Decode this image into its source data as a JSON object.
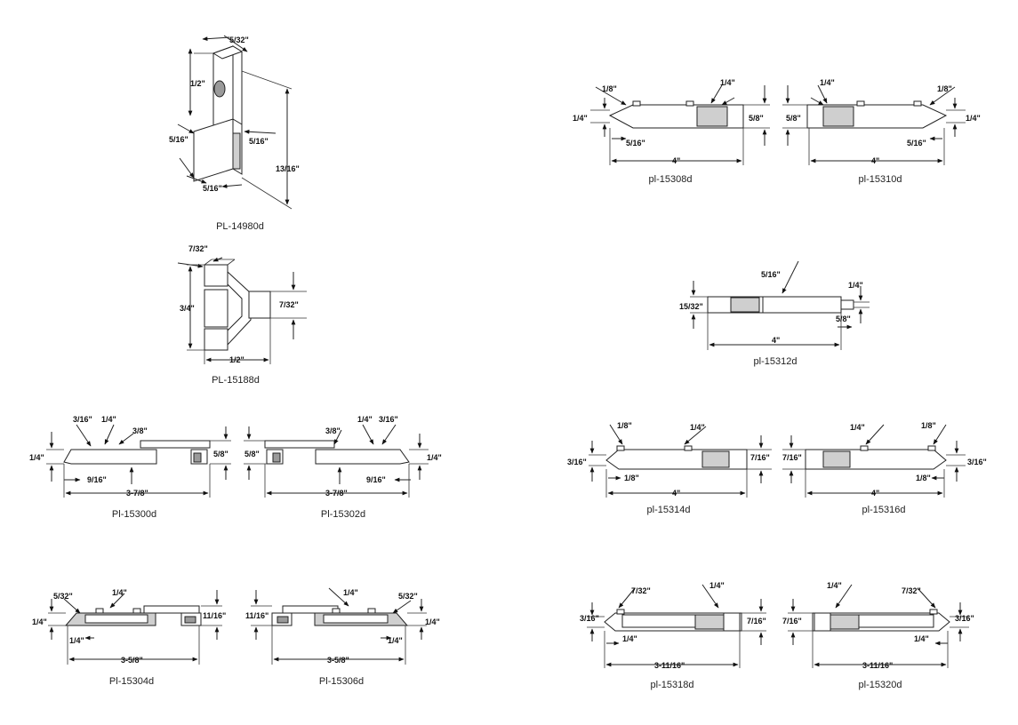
{
  "pl14980": {
    "caption": "PL-14980d",
    "d1": "5/32\"",
    "d2": "1/2\"",
    "d3": "5/16\"",
    "d4": "5/16\"",
    "d5": "13/16\"",
    "d6": "5/16\""
  },
  "pl15188": {
    "caption": "PL-15188d",
    "d1": "7/32\"",
    "d2": "3/4\"",
    "d3": "7/32\"",
    "d4": "1/2\""
  },
  "pl15300": {
    "caption": "Pl-15300d",
    "d1": "3/16\"",
    "d2": "1/4\"",
    "d3": "3/8\"",
    "d4": "1/4\"",
    "d5": "5/8\"",
    "d6": "9/16\"",
    "d7": "3-7/8\""
  },
  "pl15302": {
    "caption": "Pl-15302d",
    "d1": "3/8\"",
    "d2": "1/4\"",
    "d3": "3/16\"",
    "d4": "5/8\"",
    "d5": "1/4\"",
    "d6": "9/16\"",
    "d7": "3-7/8\""
  },
  "pl15304": {
    "caption": "Pl-15304d",
    "d1": "5/32\"",
    "d2": "1/4\"",
    "d3": "1/4\"",
    "d4": "11/16\"",
    "d5": "1/4\"",
    "d6": "3-5/8\""
  },
  "pl15306": {
    "caption": "Pl-15306d",
    "d1": "1/4\"",
    "d2": "5/32\"",
    "d3": "11/16\"",
    "d4": "1/4\"",
    "d5": "1/4\"",
    "d6": "3-5/8\""
  },
  "pl15308": {
    "caption": "pl-15308d",
    "d1": "1/8\"",
    "d2": "1/4\"",
    "d3": "1/4\"",
    "d4": "5/8\"",
    "d5": "5/16\"",
    "d6": "4\""
  },
  "pl15310": {
    "caption": "pl-15310d",
    "d1": "1/4\"",
    "d2": "1/8\"",
    "d3": "5/8\"",
    "d4": "1/4\"",
    "d5": "5/16\"",
    "d6": "4\""
  },
  "pl15312": {
    "caption": "pl-15312d",
    "d1": "5/16\"",
    "d2": "1/4\"",
    "d3": "15/32\"",
    "d4": "5/8\"",
    "d5": "4\""
  },
  "pl15314": {
    "caption": "pl-15314d",
    "d1": "1/8\"",
    "d2": "1/4\"",
    "d3": "3/16\"",
    "d4": "7/16\"",
    "d5": "1/8\"",
    "d6": "4\""
  },
  "pl15316": {
    "caption": "pl-15316d",
    "d1": "1/4\"",
    "d2": "1/8\"",
    "d3": "7/16\"",
    "d4": "3/16\"",
    "d5": "1/8\"",
    "d6": "4\""
  },
  "pl15318": {
    "caption": "pl-15318d",
    "d1": "7/32\"",
    "d2": "1/4\"",
    "d3": "3/16\"",
    "d4": "7/16\"",
    "d5": "1/4\"",
    "d6": "3-11/16\""
  },
  "pl15320": {
    "caption": "pl-15320d",
    "d1": "1/4\"",
    "d2": "7/32\"",
    "d3": "7/16\"",
    "d4": "3/16\"",
    "d5": "1/4\"",
    "d6": "3-11/16\""
  }
}
